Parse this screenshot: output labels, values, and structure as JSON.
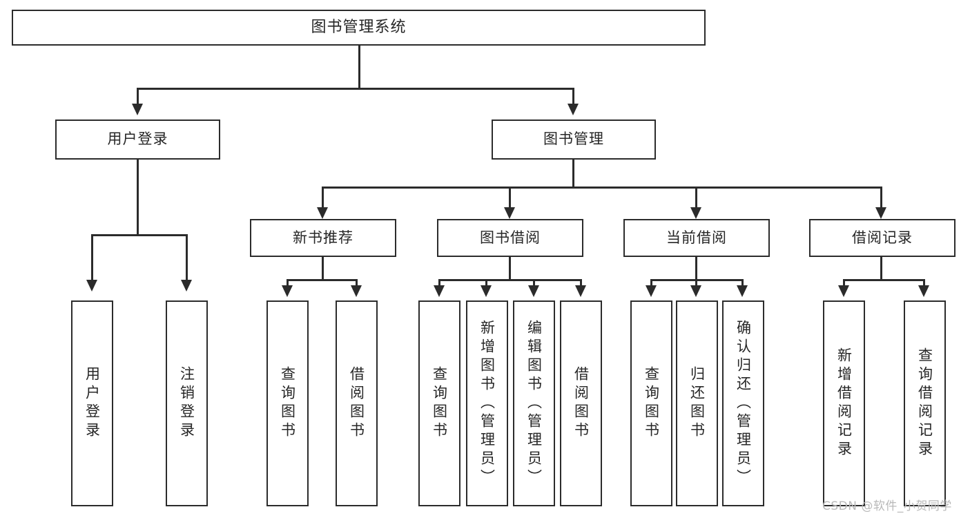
{
  "diagram": {
    "title": "图书管理系统",
    "type": "tree-hierarchy-diagram",
    "root": {
      "label": "图书管理系统"
    },
    "level2": [
      {
        "label": "用户登录"
      },
      {
        "label": "图书管理"
      }
    ],
    "level3": [
      {
        "label": "新书推荐"
      },
      {
        "label": "图书借阅"
      },
      {
        "label": "当前借阅"
      },
      {
        "label": "借阅记录"
      }
    ],
    "leaves": {
      "user_login": [
        {
          "label": "用户登录"
        },
        {
          "label": "注销登录"
        }
      ],
      "new_book_recommend": [
        {
          "label": "查询图书"
        },
        {
          "label": "借阅图书"
        }
      ],
      "book_borrow": [
        {
          "label": "查询图书"
        },
        {
          "label": "新增图书（管理员）"
        },
        {
          "label": "编辑图书（管理员）"
        },
        {
          "label": "借阅图书"
        }
      ],
      "current_borrow": [
        {
          "label": "查询图书"
        },
        {
          "label": "归还图书"
        },
        {
          "label": "确认归还（管理员）"
        }
      ],
      "borrow_record": [
        {
          "label": "新增借阅记录"
        },
        {
          "label": "查询借阅记录"
        }
      ]
    }
  },
  "watermark": {
    "text": "CSDN @软件_小贺同学"
  },
  "colors": {
    "stroke": "#2b2b2b",
    "fill": "#ffffff",
    "text": "#262626",
    "watermark": "#b9b9b9"
  }
}
